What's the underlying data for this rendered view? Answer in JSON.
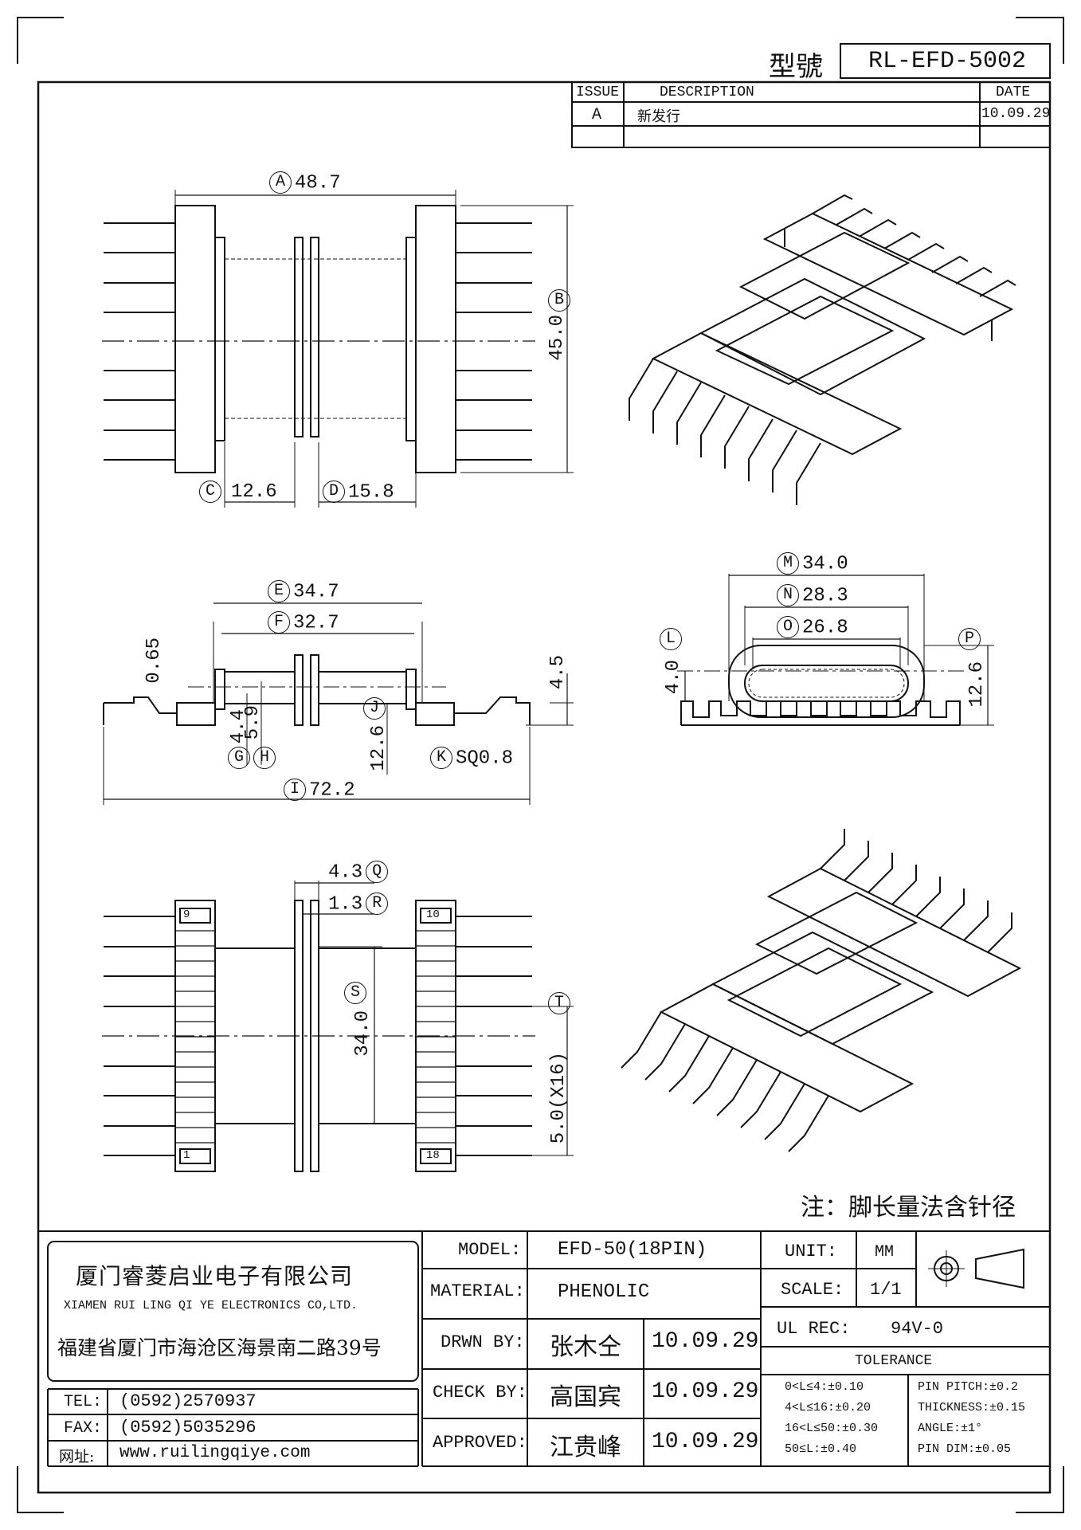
{
  "header": {
    "model_label": "型號",
    "model_value": "RL-EFD-5002"
  },
  "revision": {
    "col_issue": "ISSUE",
    "col_description": "DESCRIPTION",
    "col_date": "DATE",
    "rows": [
      {
        "issue": "A",
        "description": "新发行",
        "date": "10.09.29"
      }
    ]
  },
  "dimensions": {
    "A": "48.7",
    "B": "45.0",
    "C": "12.6",
    "D": "15.8",
    "E": "34.7",
    "F": "32.7",
    "G_val": "4.4",
    "H_val": "5.9",
    "I": "72.2",
    "J_val": "12.6",
    "K": "SQ0.8",
    "L_val": "4.0",
    "M": "34.0",
    "N": "28.3",
    "O": "26.8",
    "P_val": "12.6",
    "Q": "4.3",
    "R": "1.3",
    "S_val": "34.0",
    "T_val": "5.0(X16)",
    "gap_065": "0.65",
    "side_45": "4.5"
  },
  "dimension_letters": [
    "A",
    "B",
    "C",
    "D",
    "E",
    "F",
    "G",
    "H",
    "I",
    "J",
    "K",
    "L",
    "M",
    "N",
    "O",
    "P",
    "Q",
    "R",
    "S",
    "T"
  ],
  "pin_numbers": {
    "top_left": "9",
    "top_right": "10",
    "bottom_left": "1",
    "bottom_right": "18"
  },
  "note": "注：脚长量法含针径",
  "company": {
    "name_cn": "厦门睿菱启业电子有限公司",
    "name_en": "XIAMEN RUI LING QI YE ELECTRONICS CO,LTD.",
    "address": "福建省厦门市海沧区海景南二路39号",
    "tel_label": "TEL:",
    "tel": "(0592)2570937",
    "fax_label": "FAX:",
    "fax": "(0592)5035296",
    "web_label": "网址:",
    "web": "www.ruilingqiye.com"
  },
  "title_block": {
    "model_label": "MODEL:",
    "model": "EFD-50(18PIN)",
    "material_label": "MATERIAL:",
    "material": "PHENOLIC",
    "drawn_label": "DRWN BY:",
    "drawn_name": "张木仝",
    "drawn_date": "10.09.29",
    "check_label": "CHECK BY:",
    "check_name": "高国宾",
    "check_date": "10.09.29",
    "approved_label": "APPROVED:",
    "approved_name": "江贵峰",
    "approved_date": "10.09.29",
    "unit_label": "UNIT:",
    "unit": "MM",
    "scale_label": "SCALE:",
    "scale": "1/1",
    "ul_label": "UL REC:",
    "ul": "94V-0",
    "tolerance_label": "TOLERANCE",
    "tolerance_left": [
      "0<L≤4:±0.10",
      "4<L≤16:±0.20",
      "16<L≤50:±0.30",
      "50≤L:±0.40"
    ],
    "tolerance_right": [
      "PIN PITCH:±0.2",
      "THICKNESS:±0.15",
      "ANGLE:±1°",
      "PIN DIM:±0.05"
    ]
  }
}
